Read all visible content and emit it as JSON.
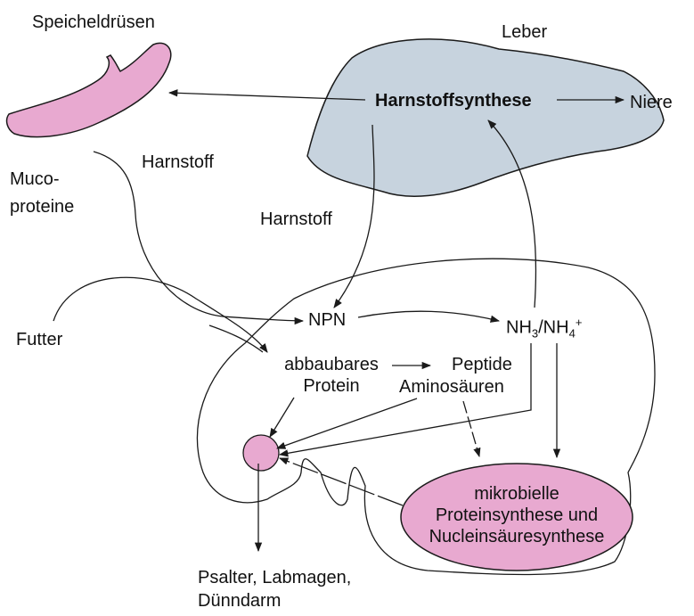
{
  "labels": {
    "speicheldruesen": "Speicheldrüsen",
    "leber": "Leber",
    "harnstoffsynthese": "Harnstoffsynthese",
    "niere": "Niere",
    "harnstoff_left": "Harnstoff",
    "harnstoff_mid": "Harnstoff",
    "muco_line1": "Muco-",
    "muco_line2": "proteine",
    "futter": "Futter",
    "npn": "NPN",
    "nh3": "NH",
    "nh3_sub": "3",
    "nh4_sep": "/NH",
    "nh4_sub": "4",
    "nh4_sup": "+",
    "abbaubares_line1": "abbaubares",
    "abbaubares_line2": "Protein",
    "peptide_line1": "Peptide",
    "peptide_line2": "Aminosäuren",
    "mikro_line1": "mikrobielle",
    "mikro_line2": "Proteinsynthese und",
    "mikro_line3": "Nucleinsäuresynthese",
    "output_line1": "Psalter, Labmagen,",
    "output_line2": "Dünndarm"
  },
  "colors": {
    "liver_fill": "#c7d3de",
    "gland_fill": "#e8a9d0",
    "microbial_fill": "#e8a9d0",
    "node_fill": "#e8a9d0",
    "stroke": "#1a1a1a"
  }
}
